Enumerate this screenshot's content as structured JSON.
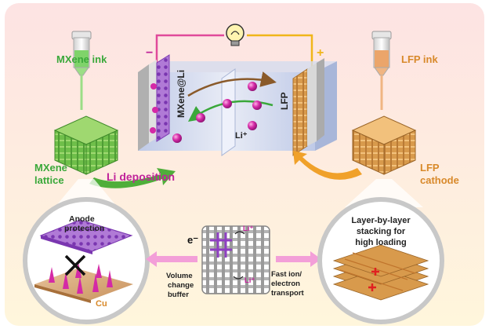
{
  "labels": {
    "mxene_ink": "MXene ink",
    "lfp_ink": "LFP ink",
    "mxene_lattice_1": "MXene",
    "mxene_lattice_2": "lattice",
    "lfp_cathode_1": "LFP",
    "lfp_cathode_2": "cathode",
    "li_deposition": "Li deposition",
    "mxene_li": "MXene@Li",
    "lfp": "LFP",
    "li_ion": "Li⁺",
    "minus": "−",
    "plus": "+",
    "anode_protection_1": "Anode",
    "anode_protection_2": "protection",
    "cu": "Cu",
    "volume_1": "Volume",
    "volume_2": "change",
    "volume_3": "buffer",
    "fast_1": "Fast ion/",
    "fast_2": "electron",
    "fast_3": "transport",
    "electron": "e⁻",
    "li_small_1": "Li⁺",
    "li_small_2": "Li⁺",
    "layer_1": "Layer-by-layer",
    "layer_2": "stacking for",
    "layer_3": "high loading"
  },
  "colors": {
    "mxene_green": "#3aa83a",
    "lfp_orange": "#d8892a",
    "magenta": "#c0249a",
    "purple": "#8e3fc1",
    "wire_pink": "#e04a9a",
    "wire_yellow": "#f0b61a"
  },
  "icons": [
    "lightbulb-icon",
    "syringe-icon",
    "li-ion-sphere-icon",
    "cross-mark-icon"
  ]
}
